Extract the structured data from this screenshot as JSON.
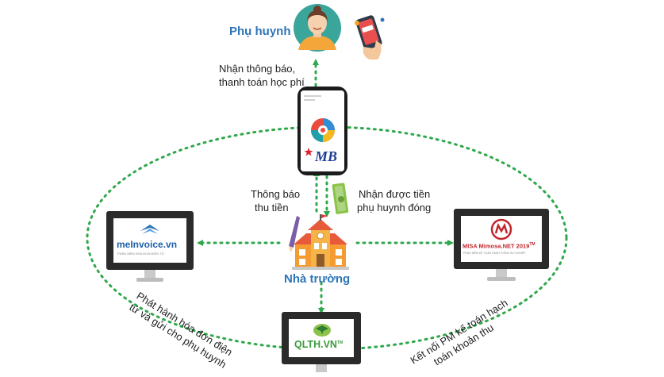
{
  "parent": {
    "title": "Phụ huynh"
  },
  "notes": {
    "receive_notice_line1": "Nhận thông báo,",
    "receive_notice_line2": "thanh toán học phí",
    "pay_notice_line1": "Thông báo",
    "pay_notice_line2": "thu tiền",
    "receive_money_line1": "Nhận được tiền",
    "receive_money_line2": "phụ huynh đóng",
    "invoice_line1": "Phát hành hóa đơn điện",
    "invoice_line2": "tử và gửi cho phụ huynh",
    "accounting_line1": "Kết nối PM kế toán hạch",
    "accounting_line2": "toán khoản thu"
  },
  "school": {
    "title": "Nhà trường"
  },
  "logos": {
    "meinvoice": "meInvoice.vn",
    "meinvoice_tag": "PHẦN MỀM HÓA ĐƠN ĐIỆN TỬ",
    "misa": "MISA Mimosa.NET 2019",
    "misa_tm": "TM",
    "misa_tag": "PHẦN MỀM KẾ TOÁN HÀNH CHÍNH SỰ NGHIỆP",
    "qlth": "QLTH.VN",
    "qlth_tm": "TM",
    "bank": "MB"
  },
  "colors": {
    "dotted_line": "#2ea84a",
    "blue_title": "#2e75b6",
    "monitor_frame": "#2b2b2b",
    "misa_red": "#c0272d",
    "qlth_green": "#3a9b3a",
    "mb_blue": "#1a3c93"
  }
}
